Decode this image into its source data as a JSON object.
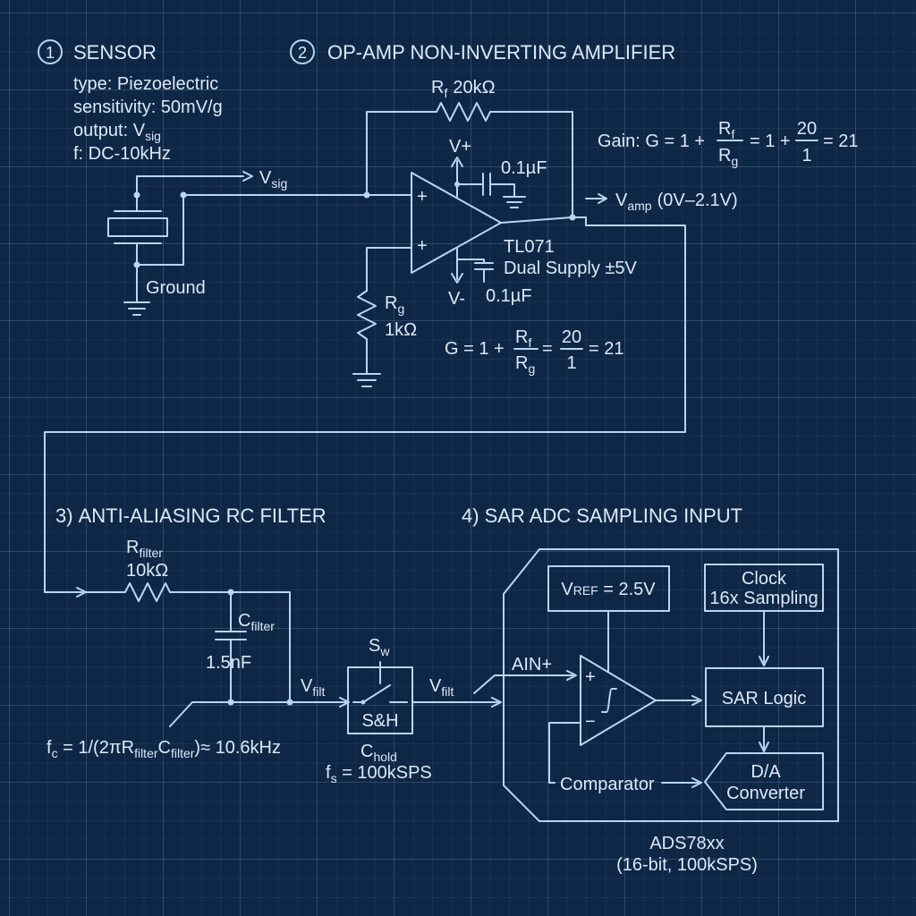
{
  "colors": {
    "background": "#0f2747",
    "line": "#b8d6f2",
    "text": "#dbe9f7"
  },
  "sections": {
    "sensor": {
      "number": "1",
      "title": "SENSOR",
      "lines": [
        "type: Piezoelectric",
        "sensitivity: 50mV/g",
        "output: V",
        "f: DC-10kHz"
      ],
      "output_sub": "sig",
      "ground_label": "Ground",
      "vsig_label": "V",
      "vsig_sub": "sig"
    },
    "amplifier": {
      "number": "2",
      "title": "OP-AMP NON-INVERTING AMPLIFIER",
      "rf_label": "R",
      "rf_sub": "f",
      "rf_value": "20kΩ",
      "vplus": "V+",
      "vminus": "V-",
      "cap_top": "0.1µF",
      "cap_bottom": "0.1µF",
      "plus_sign_top": "+",
      "plus_sign_bottom": "+",
      "part": "TL071",
      "supply": "Dual Supply ±5V",
      "rg_label": "R",
      "rg_sub": "g",
      "rg_value": "1kΩ",
      "gain_prefix": "Gain: G = 1 +",
      "gain_frac_num": "R",
      "gain_frac_num_sub": "f",
      "gain_frac_den": "R",
      "gain_frac_den_sub": "g",
      "gain_mid": "= 1 +",
      "gain_num": "20",
      "gain_den": "1",
      "gain_result": "= 21",
      "eq2_prefix": "G = 1 +",
      "eq2_mid": "=",
      "eq2_result": "= 21",
      "vamp_label": "V",
      "vamp_sub": "amp",
      "vamp_range": "(0V–2.1V)"
    },
    "filter": {
      "number": "3)",
      "title": "ANTI-ALIASING RC FILTER",
      "r_label": "R",
      "r_sub": "filter",
      "r_value": "10kΩ",
      "c_label": "C",
      "c_sub": "filter",
      "c_value": "1.5nF",
      "vfilt_label": "V",
      "vfilt_sub": "filt",
      "fc_a": "f",
      "fc_b": "c",
      "fc_c": " = 1/(2πR",
      "fc_d": "filter",
      "fc_e": "C",
      "fc_f": "filter",
      "fc_g": ")≈ 10.6kHz",
      "sw_label": "S",
      "sw_sub": "w",
      "sh_label": "S&H",
      "chold_label": "C",
      "chold_sub": "hold",
      "fs_label": "f",
      "fs_sub": "s",
      "fs_value": " = 100kSPS",
      "vfilt2_label": "V",
      "vfilt2_sub": "filt"
    },
    "adc": {
      "number": "4)",
      "title": "SAR ADC SAMPLING INPUT",
      "vref_a": "V",
      "vref_b": "REF",
      "vref_c": " = 2.5V",
      "clock_line1": "Clock",
      "clock_line2": "16x Sampling",
      "ain": "AIN+",
      "comp_plus": "+",
      "comp_minus": "−",
      "sar_logic": "SAR Logic",
      "comparator": "Comparator",
      "dac_line1": "D/A",
      "dac_line2": "Converter",
      "part": "ADS78xx",
      "spec": "(16-bit, 100kSPS)"
    }
  }
}
